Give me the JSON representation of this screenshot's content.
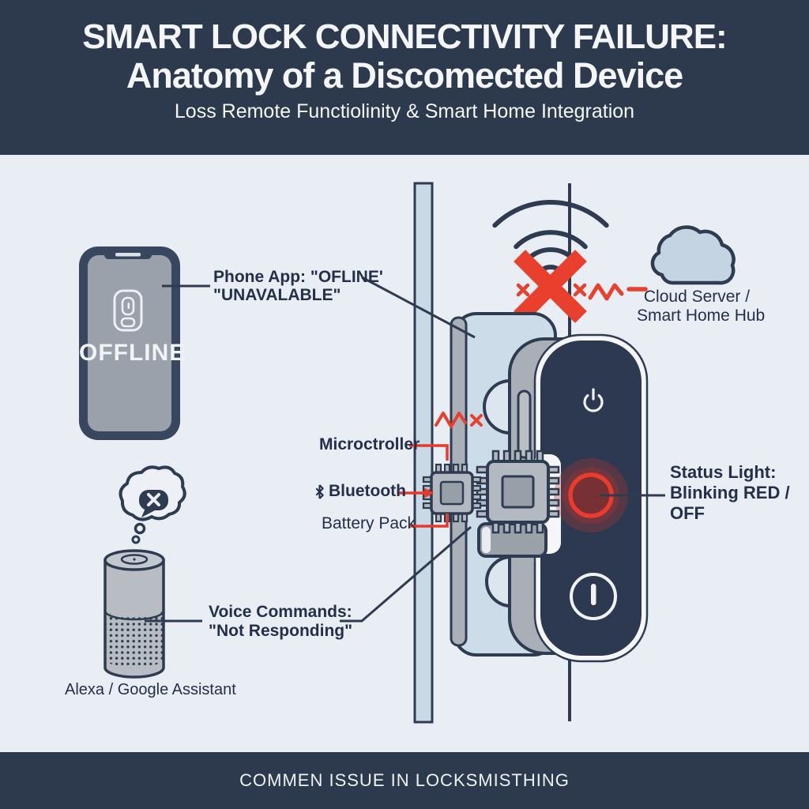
{
  "header": {
    "title_line1": "SMART LOCK CONNECTIVITY FAILURE:",
    "title_line2": "Anatomy of a Discomected Device",
    "subtitle": "Loss Remote Functiolinity & Smart Home Integration"
  },
  "footer": {
    "text": "COMMEN ISSUE IN LOCKSMISTHING"
  },
  "diagram": {
    "phone": {
      "screen_status": "OFFLINE"
    },
    "callouts": {
      "phone_app": {
        "line1": "Phone App: \"OFLINE'",
        "line2": "\"UNAVALABLE\""
      },
      "cloud": {
        "line1": "Cloud Server /",
        "line2": "Smart Home Hub"
      },
      "microcontroller": "Microctroller",
      "bluetooth": "Bluetooth",
      "battery": "Battery Pack",
      "voice": {
        "line1": "Voice Commands:",
        "line2": "\"Not Responding\""
      },
      "assistant": "Alexa / Google Assistant",
      "status_light": {
        "line1": "Status Light:",
        "line2": "Blinking RED /",
        "line3": "OFF"
      }
    },
    "colors": {
      "navy": "#2d3a4d",
      "background": "#e9edf4",
      "alert_red": "#e8402c",
      "door_blue": "#ccdde9",
      "cloud_fill": "#c5d4e2",
      "lock_face": "#2c3950",
      "status_glow": "#b03530"
    }
  }
}
